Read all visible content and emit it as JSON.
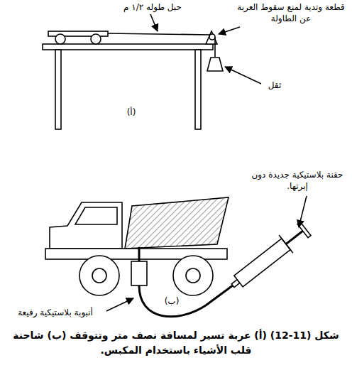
{
  "diagram": {
    "caption": "شكل (11-12) (أ) عربة تسير لمسافة نصف متر وتتوقف (ب) شاحنة قلب الأشياء باستخدام المكبس.",
    "labels": [
      "حبل طوله ١/٢ م",
      "قطعة وتدية لمنع سقوط العربة عن الطاولة",
      "ثقل",
      "(أ)",
      "حقنة بلاستيكية جديدة دون إبرتها.",
      "أنبوبة بلاستيكية رفيعة",
      "(ب)"
    ]
  }
}
